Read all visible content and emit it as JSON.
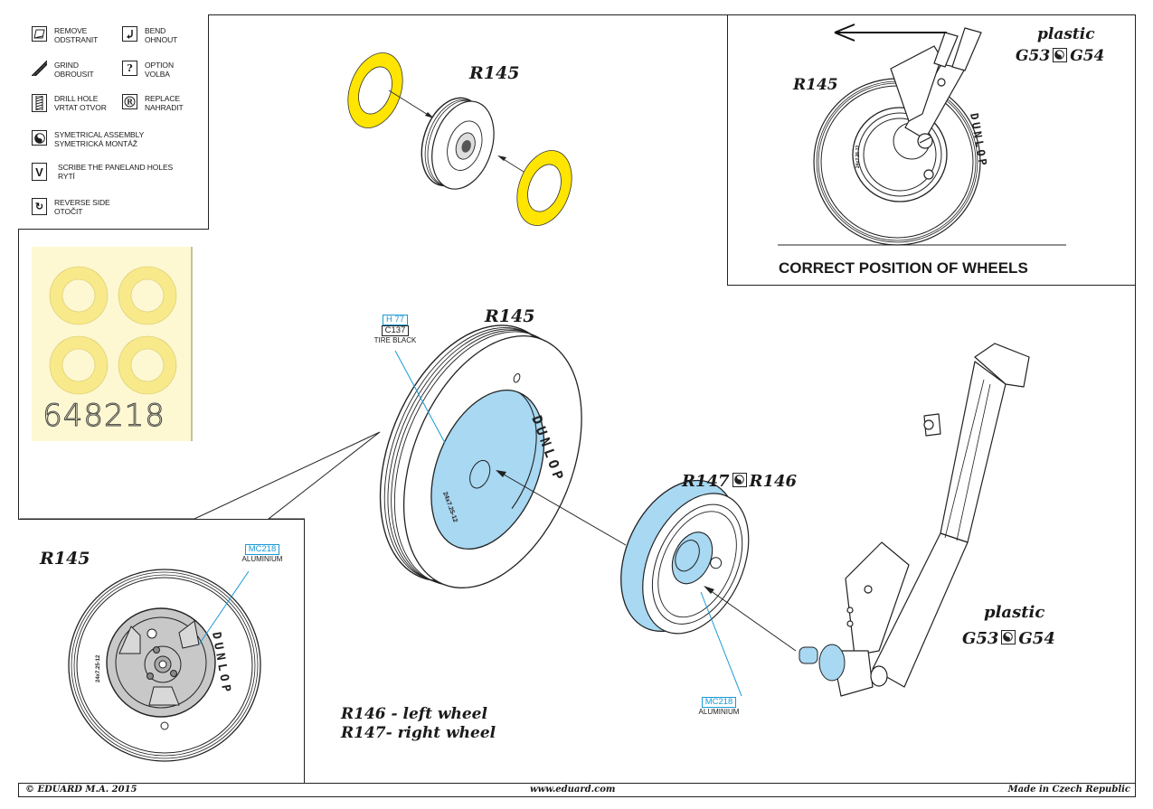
{
  "legend": {
    "items": [
      {
        "icon": "remove-icon",
        "lines": [
          "REMOVE",
          "ODSTRANIT"
        ]
      },
      {
        "icon": "bend-icon",
        "lines": [
          "BEND",
          "OHNOUT"
        ]
      },
      {
        "icon": "grind-icon",
        "lines": [
          "GRIND",
          "OBROUSIT"
        ]
      },
      {
        "icon": "option-icon",
        "glyph": "?",
        "lines": [
          "OPTION",
          "VOLBA"
        ]
      },
      {
        "icon": "drill-hole-icon",
        "lines": [
          "DRILL HOLE",
          "VRTAT OTVOR"
        ]
      },
      {
        "icon": "replace-icon",
        "glyph": "R",
        "lines": [
          "REPLACE",
          "NAHRADIT"
        ]
      },
      {
        "icon": "symmetrical-assembly-icon",
        "lines": [
          "SYMETRICAL ASSEMBLY",
          "SYMETRICKÁ MONTÁŽ"
        ]
      },
      {
        "icon": "scribe-icon",
        "glyph": "V",
        "lines": [
          "SCRIBE THE PANELAND HOLES",
          "RYTÍ"
        ]
      },
      {
        "icon": "reverse-side-icon",
        "glyph": "↻",
        "lines": [
          "REVERSE SIDE",
          "OTOČIT"
        ]
      }
    ]
  },
  "mask_sheet": {
    "number": "648218",
    "colors": {
      "sheet": "#fdf8d2",
      "ring": "#f8e98a"
    }
  },
  "step1": {
    "part": "R145",
    "ring_color": "#ffe500"
  },
  "correct_position": {
    "part": "R145",
    "material": "plastic",
    "left_part": "G53",
    "right_part": "G54",
    "tire_text": "DUNLOP",
    "tire_size": "24x7.25-12",
    "caption": "CORRECT POSITION OF WHEELS"
  },
  "main_wheel": {
    "part": "R145",
    "paint_codes": [
      "H 77",
      "C137"
    ],
    "paint_name": "TIRE BLACK",
    "tire_text": "DUNLOP",
    "tire_size": "24x7.25-12",
    "highlight_color": "#a8d8f2"
  },
  "hub": {
    "left_part": "R147",
    "right_part": "R146",
    "paint_code": "MC218",
    "paint_name": "ALUMINIUM"
  },
  "strut": {
    "material": "plastic",
    "left_part": "G53",
    "right_part": "G54"
  },
  "wheel_note": {
    "lines": [
      "R146 - left wheel",
      "R147- right wheel"
    ]
  },
  "detail_inset": {
    "part": "R145",
    "paint_code": "MC218",
    "paint_name": "ALUMINIUM",
    "tire_text": "DUNLOP",
    "tire_size": "24x7.25-12"
  },
  "footer": {
    "copyright": "© EDUARD  M.A. 2015",
    "website": "www.eduard.com",
    "origin": "Made in Czech Republic"
  },
  "colors": {
    "paint_callout": "#1a9ad6",
    "line": "#222222"
  }
}
